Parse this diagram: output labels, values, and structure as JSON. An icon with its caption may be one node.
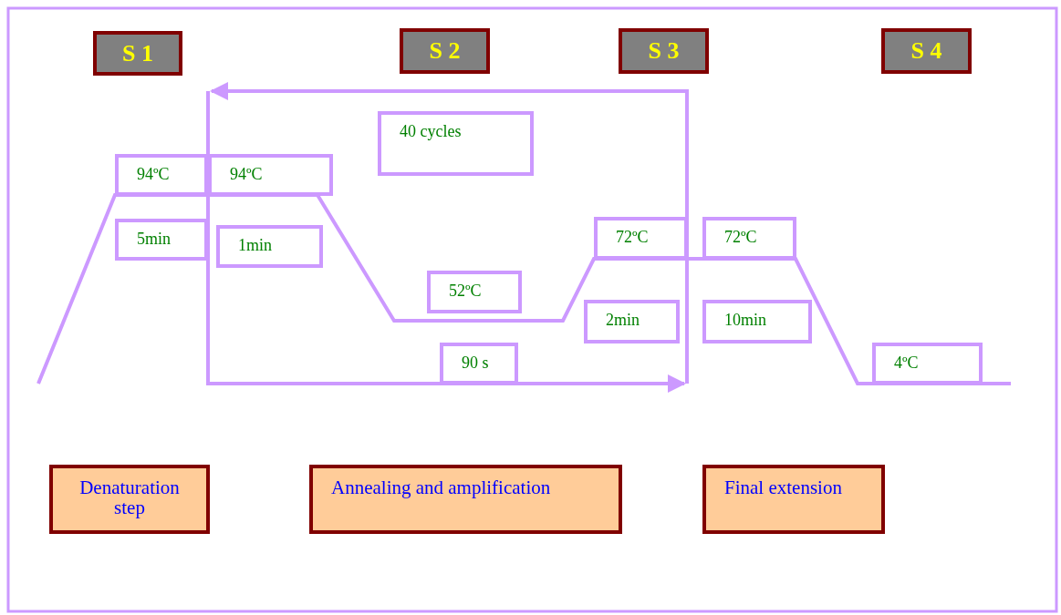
{
  "diagram": {
    "nodes": [
      {
        "text": [
          "S 1"
        ]
      },
      {
        "text": [
          "S 2"
        ]
      },
      {
        "text": [
          "S 3"
        ]
      },
      {
        "text": [
          "S 4"
        ]
      },
      {
        "text": [
          "94ºC"
        ]
      },
      {
        "text": [
          "5min"
        ]
      },
      {
        "text": [
          "94ºC"
        ]
      },
      {
        "text": [
          "1min"
        ]
      },
      {
        "text": [
          "40 cycles"
        ]
      },
      {
        "text": [
          "52ºC"
        ]
      },
      {
        "text": [
          "90 s"
        ]
      },
      {
        "text": [
          "72ºC"
        ]
      },
      {
        "text": [
          "2min"
        ]
      },
      {
        "text": [
          "72ºC"
        ]
      },
      {
        "text": [
          "10min"
        ]
      },
      {
        "text": [
          "4ºC"
        ]
      },
      {
        "text": [
          "Denaturation step"
        ]
      },
      {
        "text": [
          "Annealing and amplification"
        ]
      },
      {
        "text": [
          "Final extension"
        ]
      }
    ]
  }
}
